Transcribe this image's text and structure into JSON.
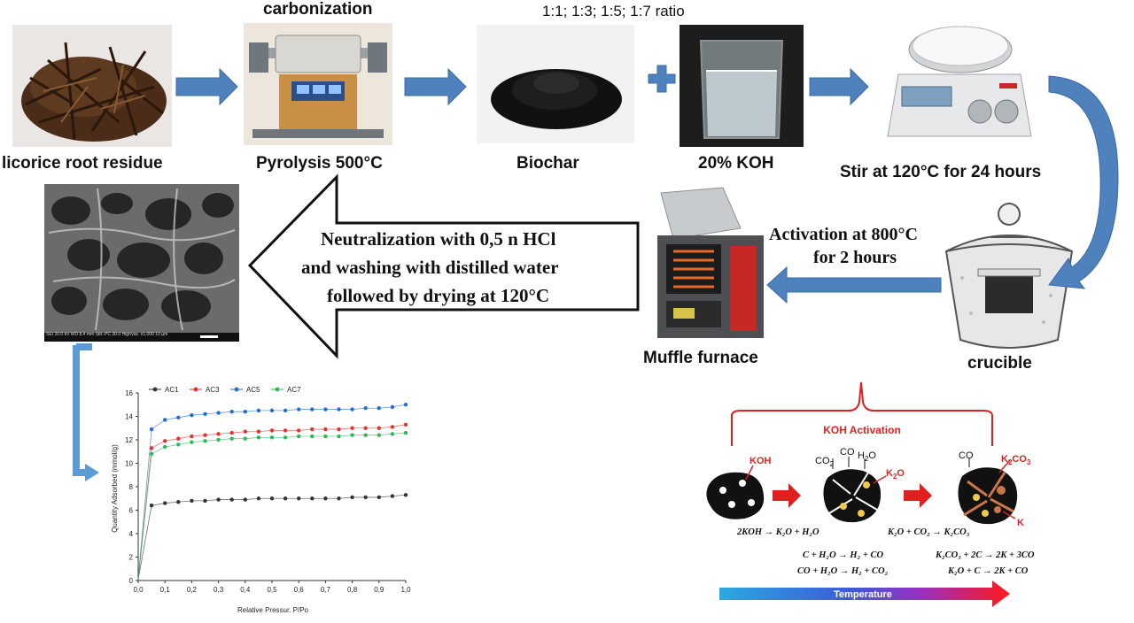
{
  "steps": {
    "raw": "licorice root residue",
    "carbonization": "carbonization",
    "pyrolysis": "Pyrolysis 500°C",
    "ratio": "1:1; 1:3; 1:5; 1:7 ratio",
    "biochar": "Biochar",
    "koh": "20% KOH",
    "stir": "Stir at 120°C for 24 hours",
    "crucible": "crucible",
    "activation_line1": "Activation at 800°C",
    "activation_line2": "for 2 hours",
    "muffle": "Muffle furnace",
    "neutral_line1": "Neutralization with 0,5 n HCl",
    "neutral_line2": "and washing with distilled water",
    "neutral_line3": "followed by drying at 120°C"
  },
  "mechanism": {
    "title": "KOH Activation",
    "labels": {
      "koh": "KOH",
      "co2": "CO",
      "co2_sub": "2",
      "co": "CO",
      "h2o": "H",
      "h2o_sub": "2",
      "h2o_o": "O",
      "k2o": "K",
      "k2o_sub": "2",
      "k2o_o": "O",
      "co_right": "CO",
      "k2co3": "K",
      "k2co3_sub": "2",
      "k2co3_rest": "CO",
      "k2co3_sub2": "3",
      "k": "K"
    },
    "equations": [
      "2KOH → K₂O + H₂O",
      "K₂O + CO₂ → K₂CO₃",
      "C + H₂O → H₂ + CO",
      "CO + H₂O → H₂ + CO₂",
      "K₂CO₃ + 2C → 2K + 3CO",
      "K₂O + C → 2K + CO"
    ],
    "temperature_label": "Temperature"
  },
  "sem_caption": "SEI  20.0 kV  WD 8.4 mm  Std.-PC 30.0  HighVac.  x1,000  10 µm",
  "colors": {
    "arrow_blue": "#4f81bd",
    "arrow_blue_dark": "#3a6aa8",
    "red": "#e0201f",
    "ac1": "#333333",
    "ac3": "#e8312d",
    "ac5": "#1f6fd6",
    "ac7": "#2eb85c"
  },
  "chart_data": {
    "type": "line",
    "xlabel": "Relative Pressur. P/Po",
    "ylabel": "Quantity Adsorbed (mmol/g)",
    "xlim": [
      0.0,
      1.0
    ],
    "ylim": [
      0,
      16
    ],
    "xticks": [
      "0,0",
      "0,1",
      "0,2",
      "0,3",
      "0,4",
      "0,5",
      "0,6",
      "0,7",
      "0,8",
      "0,9",
      "1,0"
    ],
    "yticks": [
      "0",
      "2",
      "4",
      "6",
      "8",
      "10",
      "12",
      "14",
      "16"
    ],
    "legend_position": "top",
    "grid": false,
    "x": [
      0.0,
      0.05,
      0.1,
      0.15,
      0.2,
      0.25,
      0.3,
      0.35,
      0.4,
      0.45,
      0.5,
      0.55,
      0.6,
      0.65,
      0.7,
      0.75,
      0.8,
      0.85,
      0.9,
      0.95,
      1.0
    ],
    "series": [
      {
        "name": "AC1",
        "values": [
          0.1,
          6.4,
          6.6,
          6.7,
          6.8,
          6.8,
          6.9,
          6.9,
          6.9,
          7.0,
          7.0,
          7.0,
          7.0,
          7.0,
          7.0,
          7.0,
          7.1,
          7.1,
          7.1,
          7.2,
          7.3
        ]
      },
      {
        "name": "AC3",
        "values": [
          0.1,
          11.3,
          11.9,
          12.1,
          12.3,
          12.4,
          12.5,
          12.6,
          12.7,
          12.7,
          12.8,
          12.8,
          12.8,
          12.9,
          12.9,
          12.9,
          13.0,
          13.0,
          13.0,
          13.1,
          13.3
        ]
      },
      {
        "name": "AC5",
        "values": [
          0.1,
          12.9,
          13.7,
          13.9,
          14.1,
          14.2,
          14.3,
          14.4,
          14.4,
          14.5,
          14.5,
          14.5,
          14.6,
          14.6,
          14.6,
          14.6,
          14.6,
          14.7,
          14.7,
          14.8,
          15.0
        ]
      },
      {
        "name": "AC7",
        "values": [
          0.1,
          10.8,
          11.4,
          11.6,
          11.8,
          11.9,
          12.0,
          12.1,
          12.1,
          12.2,
          12.2,
          12.2,
          12.3,
          12.3,
          12.3,
          12.3,
          12.4,
          12.4,
          12.4,
          12.5,
          12.6
        ]
      }
    ]
  }
}
